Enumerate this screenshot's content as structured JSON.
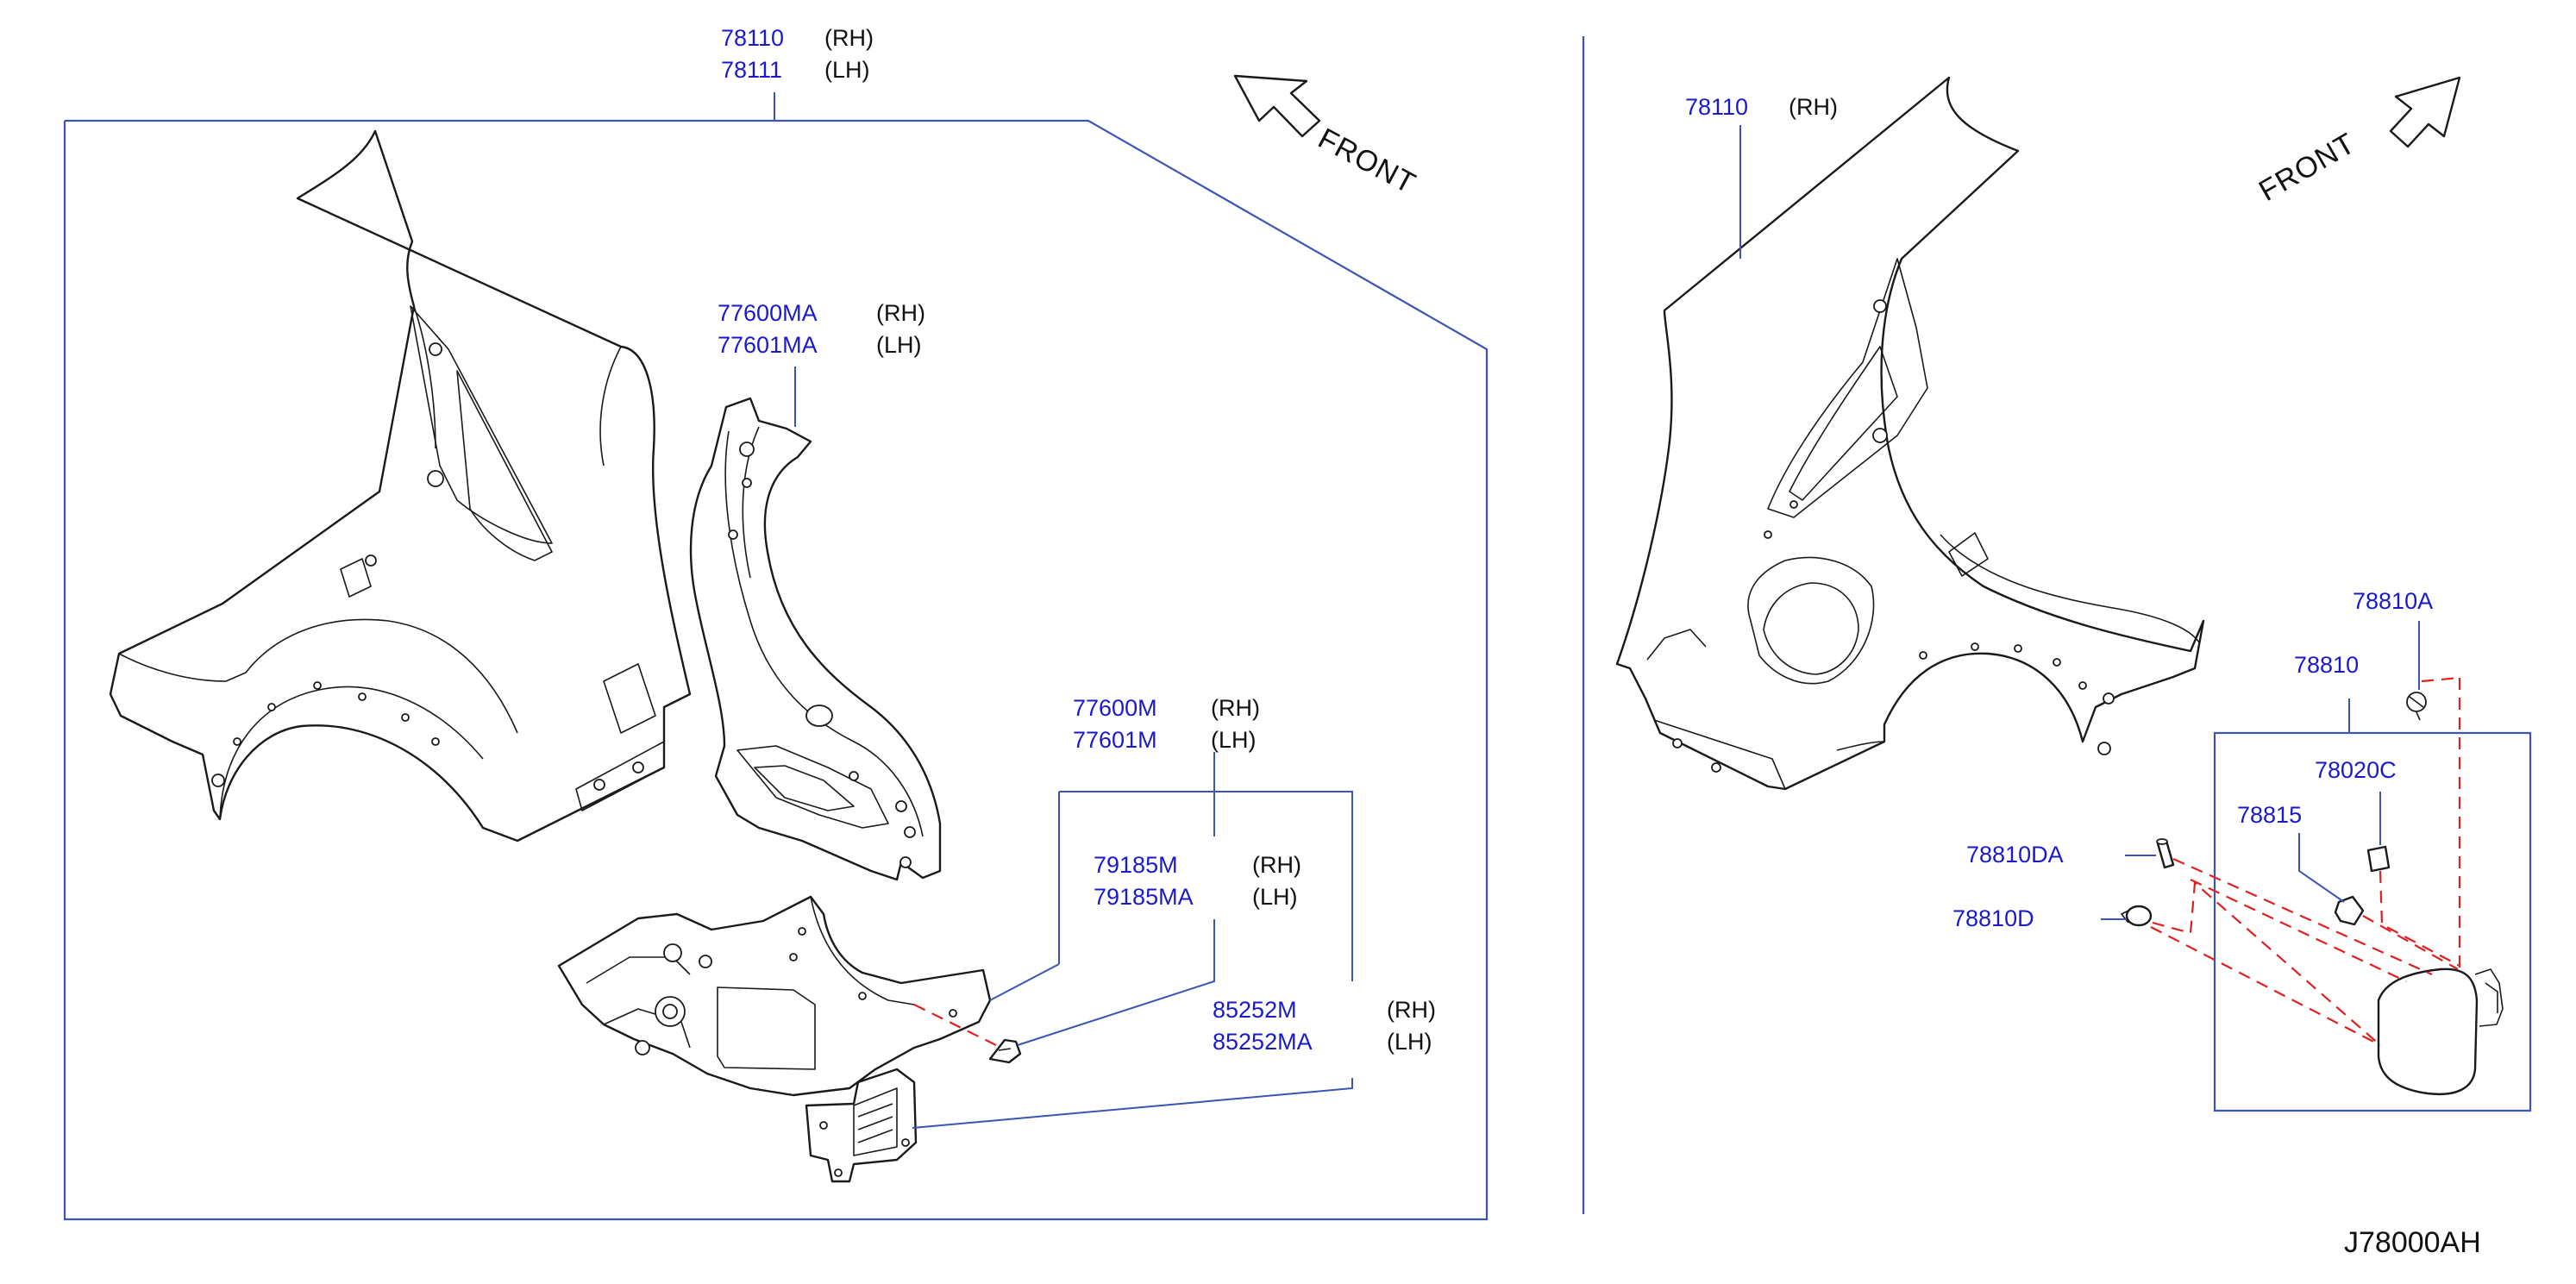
{
  "diagram_code": "J78000AH",
  "front_label": "FRONT",
  "labels": {
    "p78110_left": "78110",
    "p78110_left_side": "(RH)",
    "p78111": "78111",
    "p78111_side": "(LH)",
    "p77600MA": "77600MA",
    "p77600MA_side": "(RH)",
    "p77601MA": "77601MA",
    "p77601MA_side": "(LH)",
    "p77600M": "77600M",
    "p77600M_side": "(RH)",
    "p77601M": "77601M",
    "p77601M_side": "(LH)",
    "p79185M": "79185M",
    "p79185M_side": "(RH)",
    "p79185MA": "79185MA",
    "p79185MA_side": "(LH)",
    "p85252M": "85252M",
    "p85252M_side": "(RH)",
    "p85252MA": "85252MA",
    "p85252MA_side": "(LH)",
    "p78110_right": "78110",
    "p78110_right_side": "(RH)",
    "p78810A": "78810A",
    "p78810": "78810",
    "p78020C": "78020C",
    "p78815": "78815",
    "p78810DA": "78810DA",
    "p78810D": "78810D"
  },
  "colors": {
    "part_number": "#1a1acc",
    "leader_line": "#3a55b5",
    "dashed_line": "#e02020",
    "drawing": "#1a1a1a"
  }
}
